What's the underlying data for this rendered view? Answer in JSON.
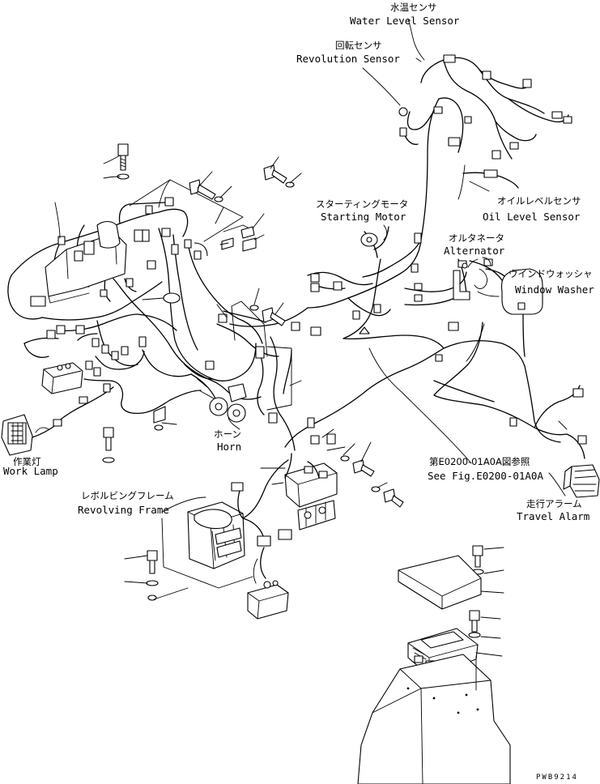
{
  "callouts": {
    "water_level_sensor": {
      "jp": "水温センサ",
      "en": "Water Level Sensor"
    },
    "revolution_sensor": {
      "jp": "回転センサ",
      "en": "Revolution Sensor"
    },
    "starting_motor": {
      "jp": "スターティングモータ",
      "en": "Starting Motor"
    },
    "alternator": {
      "jp": "オルタネータ",
      "en": "Alternator"
    },
    "oil_level_sensor": {
      "jp": "オイルレベルセンサ",
      "en": "Oil Level Sensor"
    },
    "window_washer": {
      "jp": "ウインドウォッシャ",
      "en": "Window Washer"
    },
    "horn": {
      "jp": "ホーン",
      "en": "Horn"
    },
    "work_lamp": {
      "jp": "作業灯",
      "en": "Work Lamp"
    },
    "see_fig": {
      "jp": "第E0200-01A0A図参照",
      "en": "See Fig.E0200-01A0A"
    },
    "travel_alarm": {
      "jp": "走行アラーム",
      "en": "Travel Alarm"
    },
    "revolving_frame": {
      "jp": "レボルビングフレーム",
      "en": "Revolving Frame"
    }
  },
  "drawing_code": "PWB9214"
}
